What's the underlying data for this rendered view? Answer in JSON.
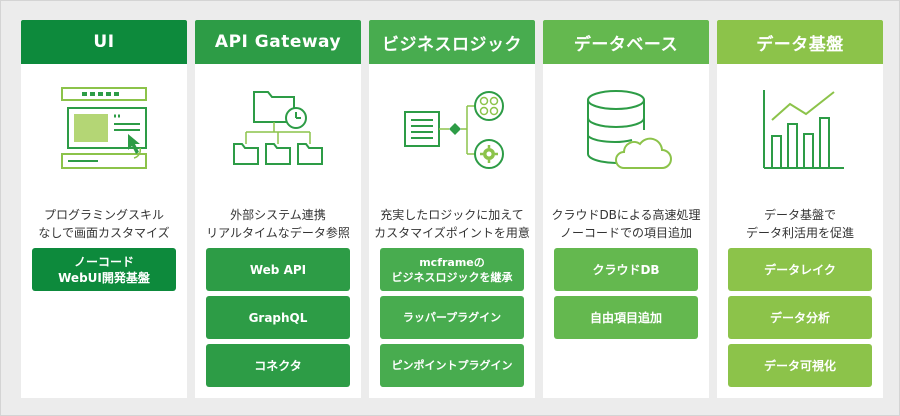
{
  "colors": {
    "ui": "#0d8a3c",
    "api": "#2d9c46",
    "biz": "#48ac4f",
    "db": "#64b84f",
    "data": "#8cc34a"
  },
  "columns": [
    {
      "title": "UI",
      "icon": "web-ui-icon",
      "desc": [
        "プログラミングスキル",
        "なしで画面カスタマイズ"
      ],
      "buttons": [
        [
          "ノーコード",
          "WebUI開発基盤"
        ]
      ]
    },
    {
      "title": "API Gateway",
      "icon": "folder-hierarchy-icon",
      "desc": [
        "外部システム連携",
        "リアルタイムなデータ参照"
      ],
      "buttons": [
        [
          "Web API"
        ],
        [
          "GraphQL"
        ],
        [
          "コネクタ"
        ]
      ]
    },
    {
      "title": "ビジネスロジック",
      "icon": "business-logic-icon",
      "desc": [
        "充実したロジックに加えて",
        "カスタマイズポイントを用意"
      ],
      "buttons": [
        [
          "mcframeの",
          "ビジネスロジックを継承"
        ],
        [
          "ラッパープラグイン"
        ],
        [
          "ピンポイントプラグイン"
        ]
      ]
    },
    {
      "title": "データベース",
      "icon": "database-cloud-icon",
      "desc": [
        "クラウドDBによる高速処理",
        "ノーコードでの項目追加"
      ],
      "buttons": [
        [
          "クラウドDB"
        ],
        [
          "自由項目追加"
        ]
      ]
    },
    {
      "title": "データ基盤",
      "icon": "bar-chart-icon",
      "desc": [
        "データ基盤で",
        "データ利活用を促進"
      ],
      "buttons": [
        [
          "データレイク"
        ],
        [
          "データ分析"
        ],
        [
          "データ可視化"
        ]
      ]
    }
  ]
}
